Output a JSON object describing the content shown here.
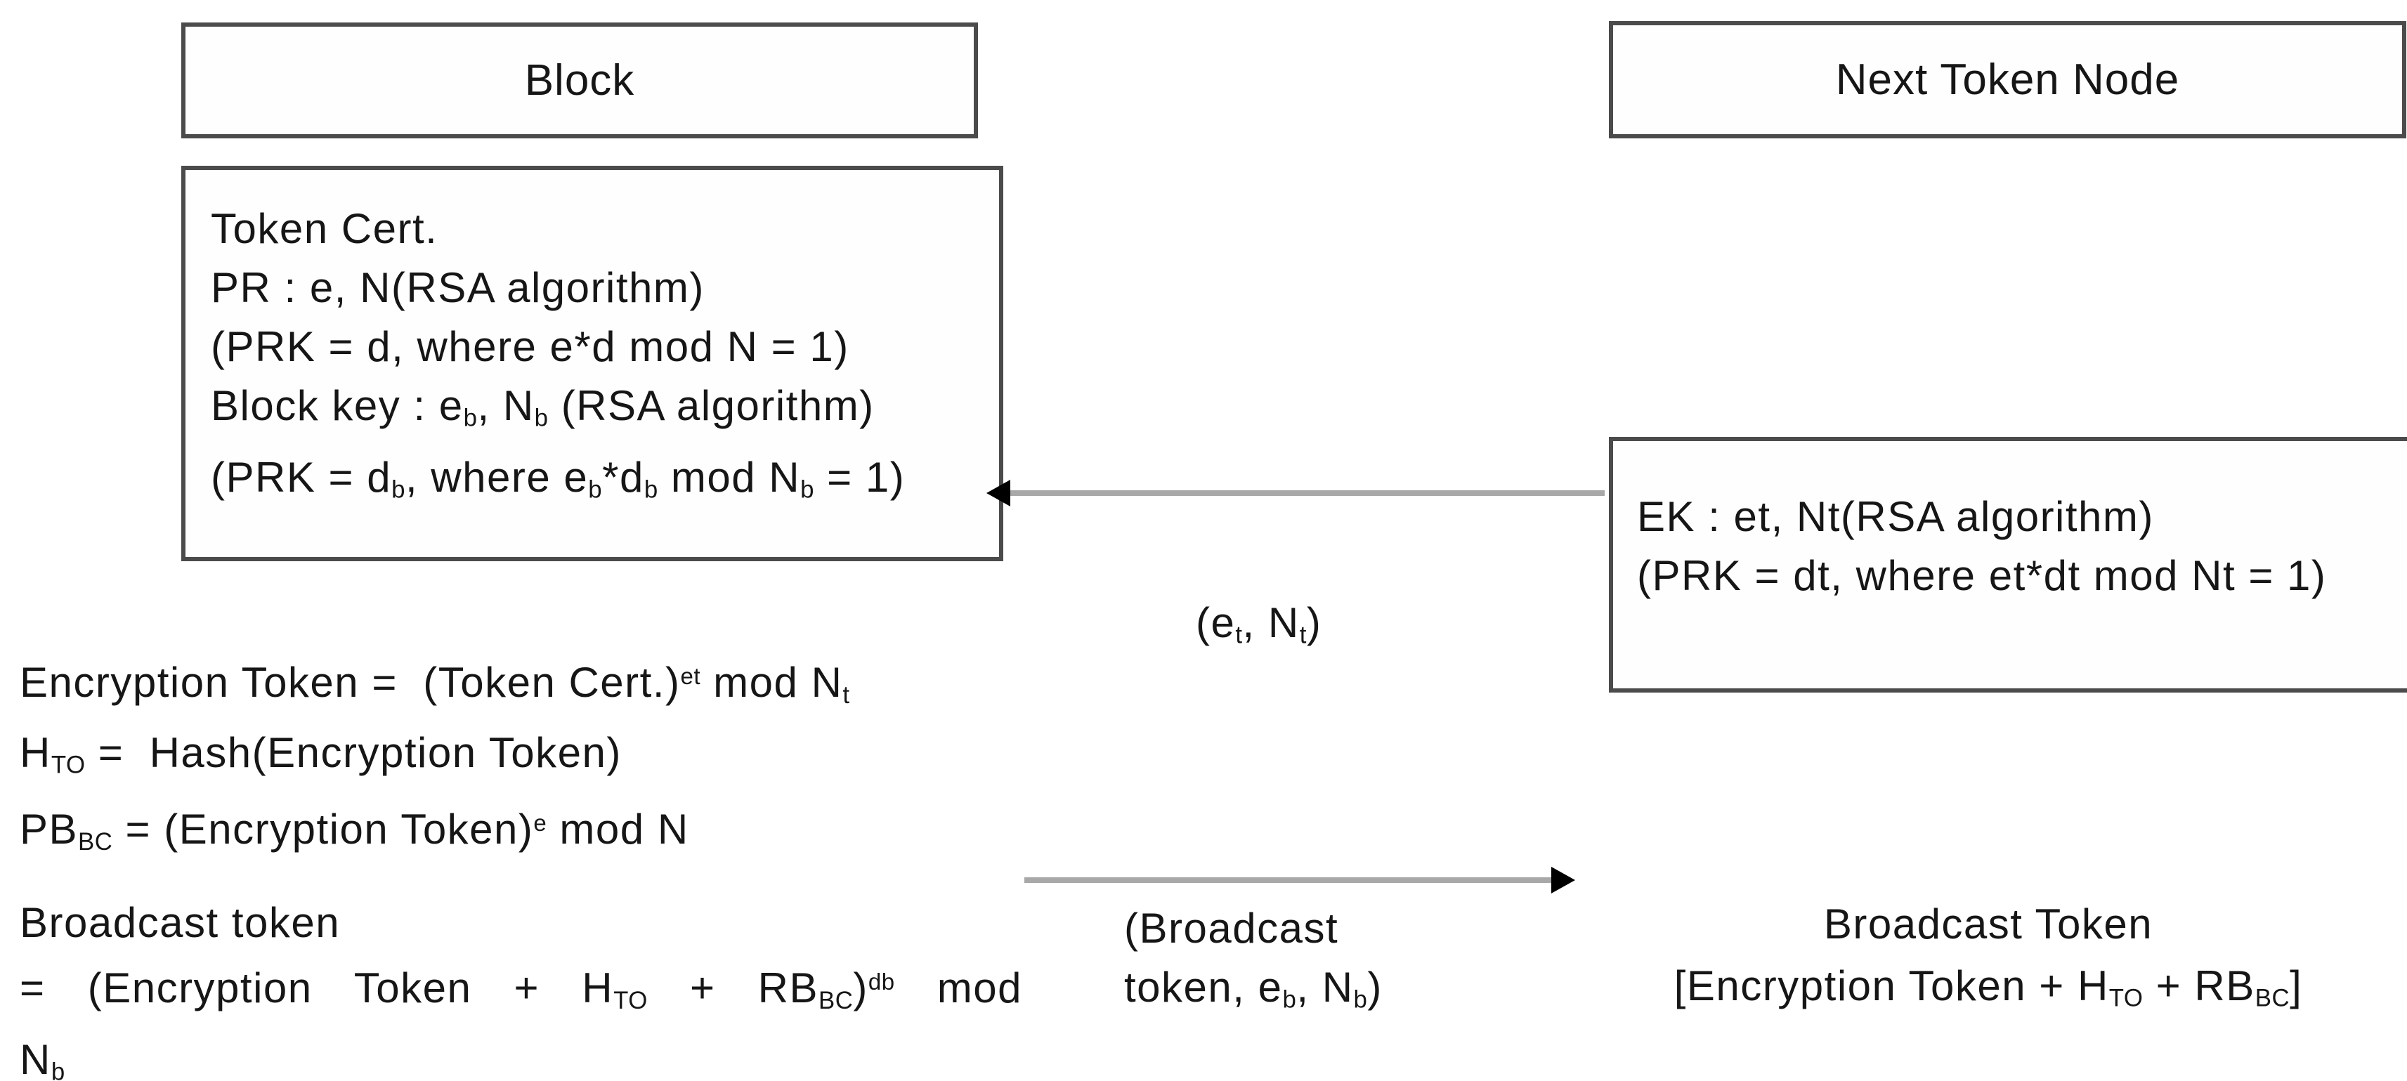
{
  "block": {
    "title": "Block"
  },
  "next_node": {
    "title": "Next Token Node"
  },
  "token_cert": {
    "lines": [
      {
        "segs": [
          {
            "t": "Token Cert."
          }
        ]
      },
      {
        "segs": [
          {
            "t": "PR : e, N(RSA algorithm)"
          }
        ]
      },
      {
        "segs": [
          {
            "t": "(PRK = d, where e*d mod N = 1)"
          }
        ]
      },
      {
        "segs": [
          {
            "t": "Block key : e"
          },
          {
            "m": "sb",
            "t": "b"
          },
          {
            "t": ", N"
          },
          {
            "m": "sb",
            "t": "b"
          },
          {
            "t": " (RSA algorithm)"
          }
        ]
      },
      {
        "segs": [
          {
            "t": "(PRK = d"
          },
          {
            "m": "sb",
            "t": "b"
          },
          {
            "t": ", where e"
          },
          {
            "m": "sb",
            "t": "b"
          },
          {
            "t": "*d"
          },
          {
            "m": "sb",
            "t": "b"
          },
          {
            "t": " mod N"
          },
          {
            "m": "sb",
            "t": "b"
          },
          {
            "t": " = 1)"
          }
        ]
      }
    ]
  },
  "ek_box": {
    "lines": [
      {
        "segs": [
          {
            "t": "EK : et, Nt(RSA algorithm)"
          }
        ]
      },
      {
        "segs": [
          {
            "t": "(PRK = dt, where et*dt mod Nt = 1)"
          }
        ]
      }
    ]
  },
  "et_arrow": {
    "direction": "right-to-left",
    "label": {
      "segs": [
        {
          "t": "(e"
        },
        {
          "m": "sb",
          "t": "t"
        },
        {
          "t": ", N"
        },
        {
          "m": "sb",
          "t": "t"
        },
        {
          "t": ")"
        }
      ]
    }
  },
  "formulas": {
    "lines": [
      {
        "segs": [
          {
            "t": "Encryption Token =  (Token Cert.)"
          },
          {
            "m": "sp",
            "t": "et"
          },
          {
            "t": " mod N"
          },
          {
            "m": "sb",
            "t": "t"
          }
        ]
      },
      {
        "segs": [
          {
            "t": "H"
          },
          {
            "m": "sb",
            "t": "TO"
          },
          {
            "t": " =  Hash(Encryption Token)"
          }
        ]
      },
      {
        "segs": [
          {
            "t": "PB"
          },
          {
            "m": "sb",
            "t": "BC"
          },
          {
            "t": " = (Encryption Token)"
          },
          {
            "m": "sp",
            "t": "e"
          },
          {
            "t": " mod N"
          }
        ]
      }
    ]
  },
  "broadcast_left": {
    "lines": [
      {
        "segs": [
          {
            "t": "Broadcast token"
          }
        ]
      },
      {
        "segs": [
          {
            "t": "= (Encryption Token + H"
          },
          {
            "m": "sb",
            "t": "TO"
          },
          {
            "t": " + RB"
          },
          {
            "m": "sb",
            "t": "BC"
          },
          {
            "t": ")"
          },
          {
            "m": "sp",
            "t": "db"
          },
          {
            "t": " mod"
          }
        ]
      },
      {
        "segs": [
          {
            "t": "N"
          },
          {
            "m": "sb",
            "t": "b"
          }
        ]
      }
    ]
  },
  "broadcast_arrow": {
    "direction": "left-to-right",
    "label_lines": [
      {
        "segs": [
          {
            "t": "(Broadcast"
          }
        ]
      },
      {
        "segs": [
          {
            "t": "token, e"
          },
          {
            "m": "sb",
            "t": "b"
          },
          {
            "t": ", N"
          },
          {
            "m": "sb",
            "t": "b"
          },
          {
            "t": ")"
          }
        ]
      }
    ]
  },
  "broadcast_right": {
    "lines": [
      {
        "segs": [
          {
            "t": "Broadcast Token"
          }
        ]
      },
      {
        "segs": [
          {
            "t": "[Encryption Token + H"
          },
          {
            "m": "sb",
            "t": "TO"
          },
          {
            "t": " + RB"
          },
          {
            "m": "sb",
            "t": "BC"
          },
          {
            "t": "]"
          }
        ]
      }
    ]
  },
  "colors": {
    "border": "#4b4b4b",
    "arrow_line": "#a8a8a8",
    "arrow_head": "#000000",
    "text": "#161616",
    "background": "#ffffff"
  }
}
